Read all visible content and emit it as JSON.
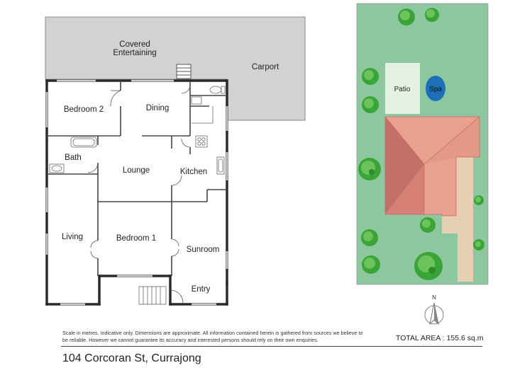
{
  "floorplan": {
    "covered_entertaining": [
      "Covered",
      "Entertaining"
    ],
    "carport": "Carport",
    "rooms": {
      "bedroom2": "Bedroom 2",
      "dining": "Dining",
      "bath": "Bath",
      "lounge": "Lounge",
      "kitchen": "Kitchen",
      "living": "Living",
      "bedroom1": "Bedroom 1",
      "sunroom": "Sunroom",
      "entry": "Entry"
    }
  },
  "siteplan": {
    "patio": "Patio",
    "spa": "Spa",
    "north": "N",
    "colors": {
      "lawn": "#8dc7a0",
      "patio": "#e4f1e0",
      "spa": "#1c6fb8",
      "roof_light": "#e8a090",
      "roof_dark": "#c46f66",
      "driveway": "#e6cfb3",
      "tree": "#3aa437"
    }
  },
  "footer": {
    "disclaimer": "Scale in metres. Indicative only. Dimensions are approximate. All information contained herein is gathered from sources we believe to be reliable. However we cannot guarantee its accuracy and interested persons should rely on their own enquiries.",
    "total_area": "TOTAL AREA : 155.6 sq.m",
    "address": "104 Corcoran St, Currajong"
  }
}
